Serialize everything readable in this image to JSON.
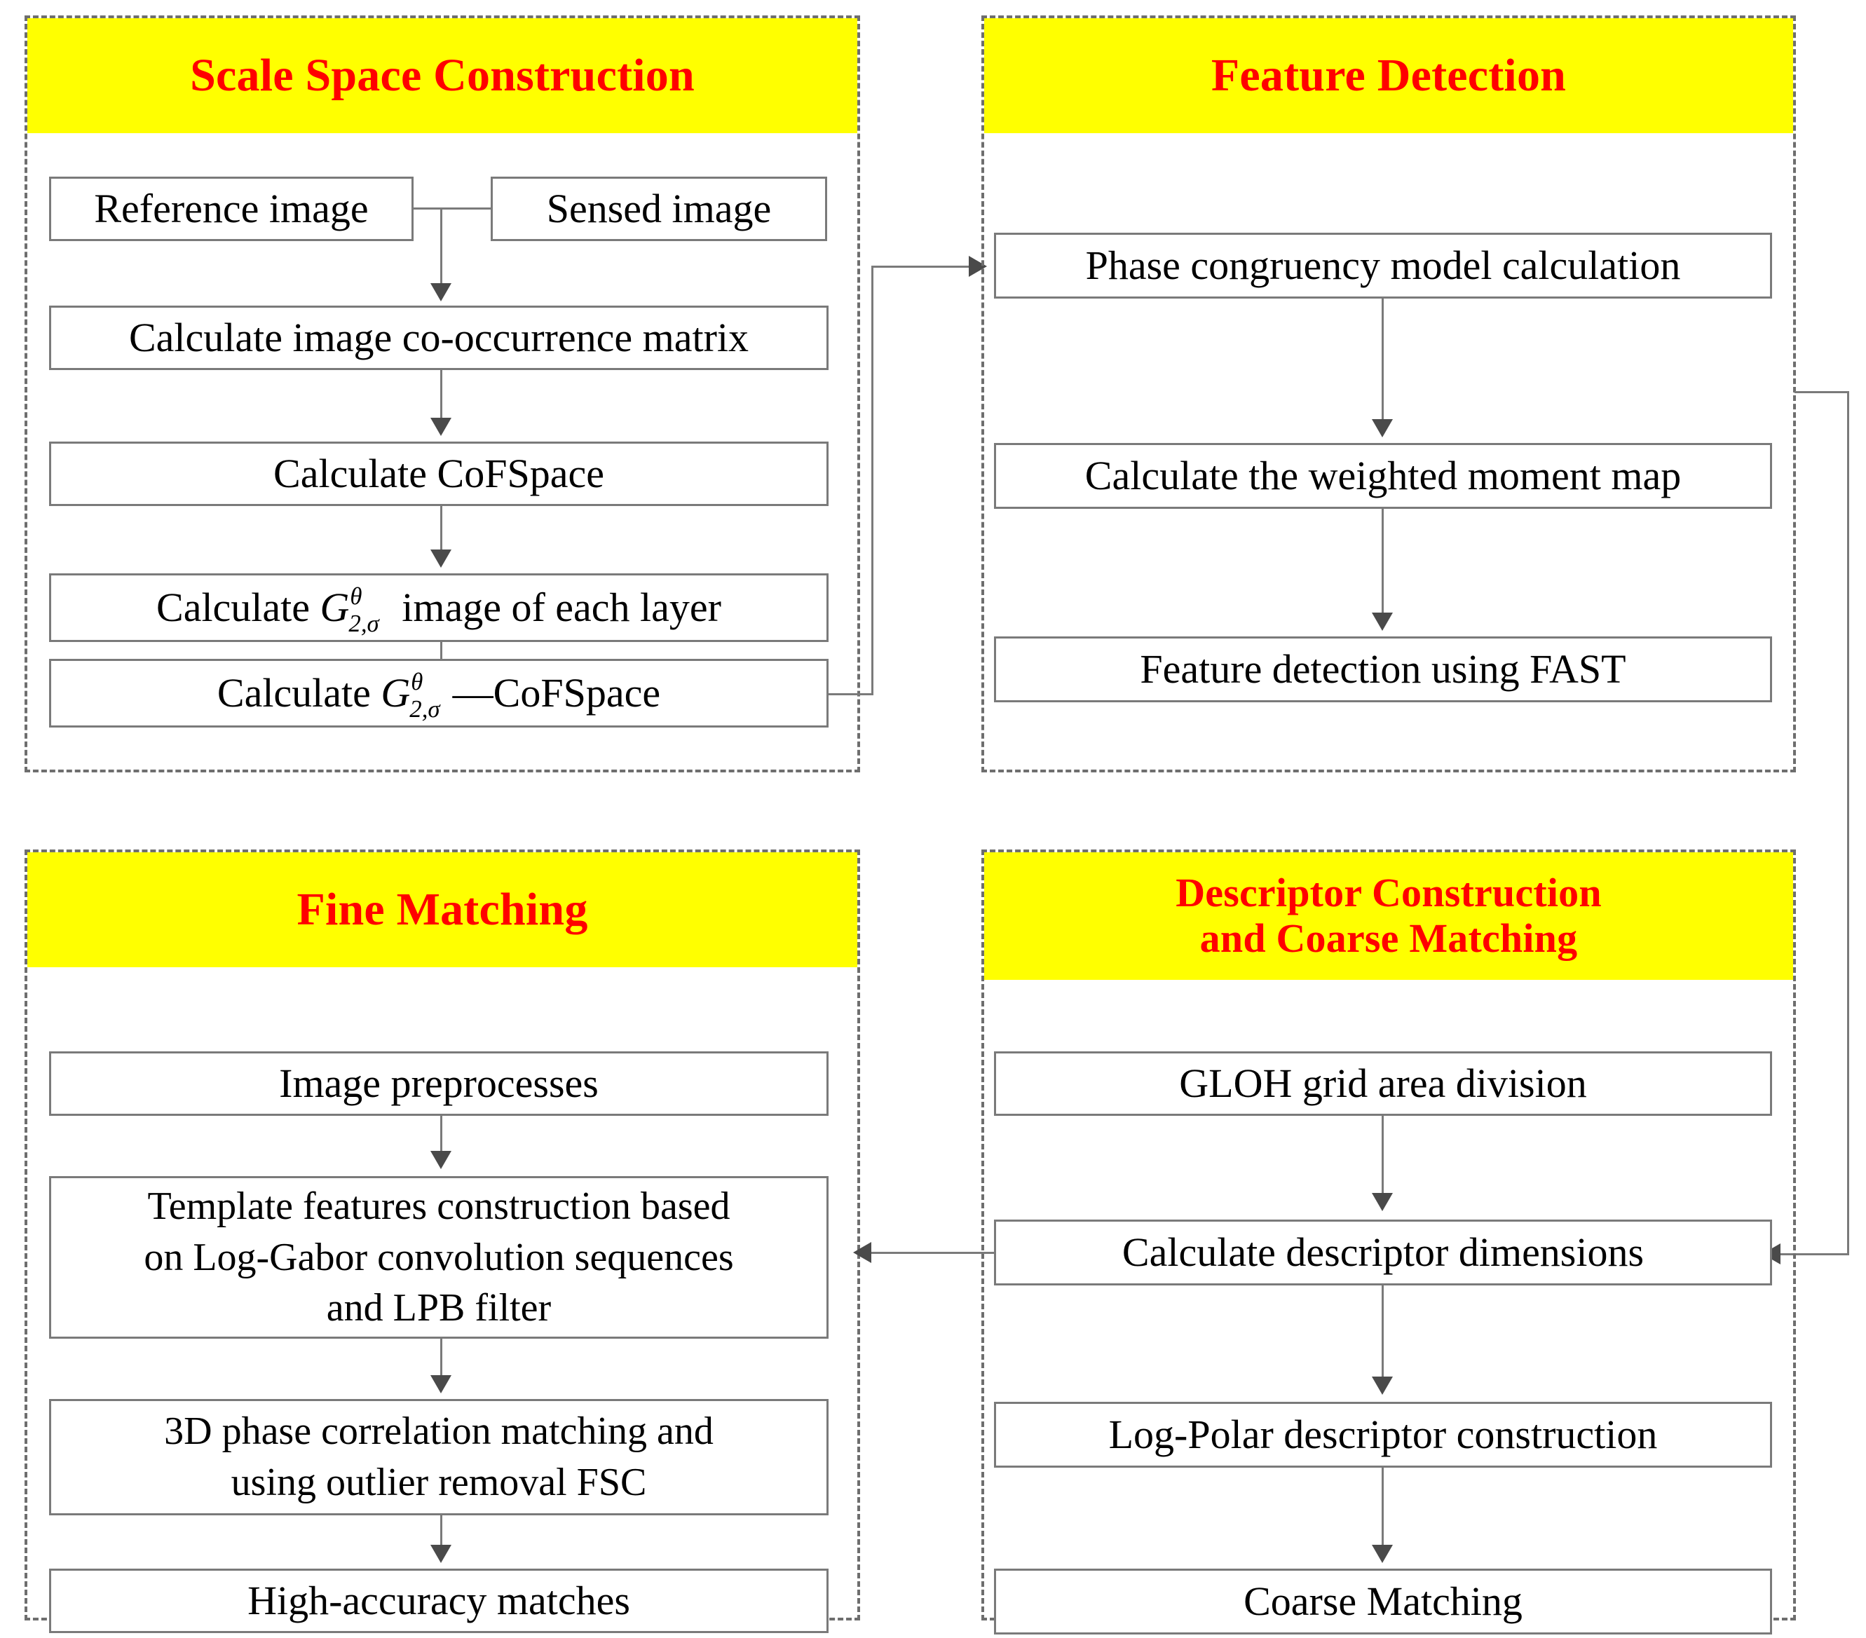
{
  "diagram": {
    "title": "Image registration algorithm flowchart",
    "colors": {
      "header_background": "#FFFF00",
      "header_text": "#FF0000",
      "box_border": "#7a7a7a",
      "panel_border": "#6e6e6e",
      "arrow": "#4a4a4a",
      "page_background": "#FFFFFF"
    },
    "panels": [
      {
        "id": "scale-space-construction",
        "title_lines": [
          "Scale Space Construction"
        ],
        "nodes": [
          {
            "id": "reference-image",
            "label": "Reference image"
          },
          {
            "id": "sensed-image",
            "label": "Sensed image"
          },
          {
            "id": "calculate-co-occurrence-matrix",
            "label": "Calculate image co-occurrence matrix"
          },
          {
            "id": "calculate-cofspace",
            "label": "Calculate CoFSpace"
          },
          {
            "id": "calculate-g-image-each-layer",
            "label_parts": {
              "before": "Calculate ",
              "math": {
                "base": "G",
                "sup": "θ",
                "sub": "2,σ"
              },
              "after": " image of each layer"
            }
          },
          {
            "id": "calculate-g-cofspace",
            "label_parts": {
              "before": "Calculate ",
              "math": {
                "base": "G",
                "sup": "θ",
                "sub": "2,σ"
              },
              "after": "—CoFSpace"
            }
          }
        ]
      },
      {
        "id": "feature-detection",
        "title_lines": [
          "Feature Detection"
        ],
        "nodes": [
          {
            "id": "phase-congruency-model-calculation",
            "label": "Phase congruency model calculation"
          },
          {
            "id": "calculate-weighted-moment-map",
            "label": "Calculate the weighted moment map"
          },
          {
            "id": "feature-detection-using-fast",
            "label": "Feature detection using FAST"
          }
        ]
      },
      {
        "id": "fine-matching",
        "title_lines": [
          "Fine Matching"
        ],
        "nodes": [
          {
            "id": "image-preprocesses",
            "label": "Image preprocesses"
          },
          {
            "id": "template-features-construction",
            "lines": [
              "Template features construction based",
              "on Log-Gabor convolution sequences",
              "and  LPB filter"
            ]
          },
          {
            "id": "3d-phase-correlation-matching",
            "lines": [
              "3D phase correlation matching and",
              "using outlier removal FSC"
            ]
          },
          {
            "id": "high-accuracy-matches",
            "label": "High-accuracy matches"
          }
        ]
      },
      {
        "id": "descriptor-construction-and-coarse-matching",
        "title_lines": [
          "Descriptor Construction",
          "and Coarse Matching"
        ],
        "nodes": [
          {
            "id": "gloh-grid-area-division",
            "label": "GLOH grid area division"
          },
          {
            "id": "calculate-descriptor-dimensions",
            "label": "Calculate descriptor dimensions"
          },
          {
            "id": "log-polar-descriptor-construction",
            "label": "Log-Polar descriptor construction"
          },
          {
            "id": "coarse-matching",
            "label": "Coarse Matching"
          }
        ]
      }
    ],
    "connectors": [
      {
        "from": "reference-image/sensed-image",
        "to": "calculate-co-occurrence-matrix",
        "type": "merge-down"
      },
      {
        "from": "calculate-co-occurrence-matrix",
        "to": "calculate-cofspace",
        "type": "down"
      },
      {
        "from": "calculate-cofspace",
        "to": "calculate-g-image-each-layer",
        "type": "down"
      },
      {
        "from": "calculate-g-image-each-layer",
        "to": "calculate-g-cofspace",
        "type": "down"
      },
      {
        "from": "calculate-g-cofspace",
        "to": "phase-congruency-model-calculation",
        "type": "right-up"
      },
      {
        "from": "phase-congruency-model-calculation",
        "to": "calculate-weighted-moment-map",
        "type": "down"
      },
      {
        "from": "calculate-weighted-moment-map",
        "to": "feature-detection-using-fast",
        "type": "down"
      },
      {
        "from": "feature-detection",
        "to": "calculate-descriptor-dimensions",
        "type": "right-loop-left"
      },
      {
        "from": "gloh-grid-area-division",
        "to": "calculate-descriptor-dimensions",
        "type": "down"
      },
      {
        "from": "calculate-descriptor-dimensions",
        "to": "log-polar-descriptor-construction",
        "type": "down"
      },
      {
        "from": "log-polar-descriptor-construction",
        "to": "coarse-matching",
        "type": "down"
      },
      {
        "from": "calculate-descriptor-dimensions",
        "to": "template-features-construction",
        "type": "left"
      },
      {
        "from": "image-preprocesses",
        "to": "template-features-construction",
        "type": "down"
      },
      {
        "from": "template-features-construction",
        "to": "3d-phase-correlation-matching",
        "type": "down"
      },
      {
        "from": "3d-phase-correlation-matching",
        "to": "high-accuracy-matches",
        "type": "down"
      }
    ]
  }
}
